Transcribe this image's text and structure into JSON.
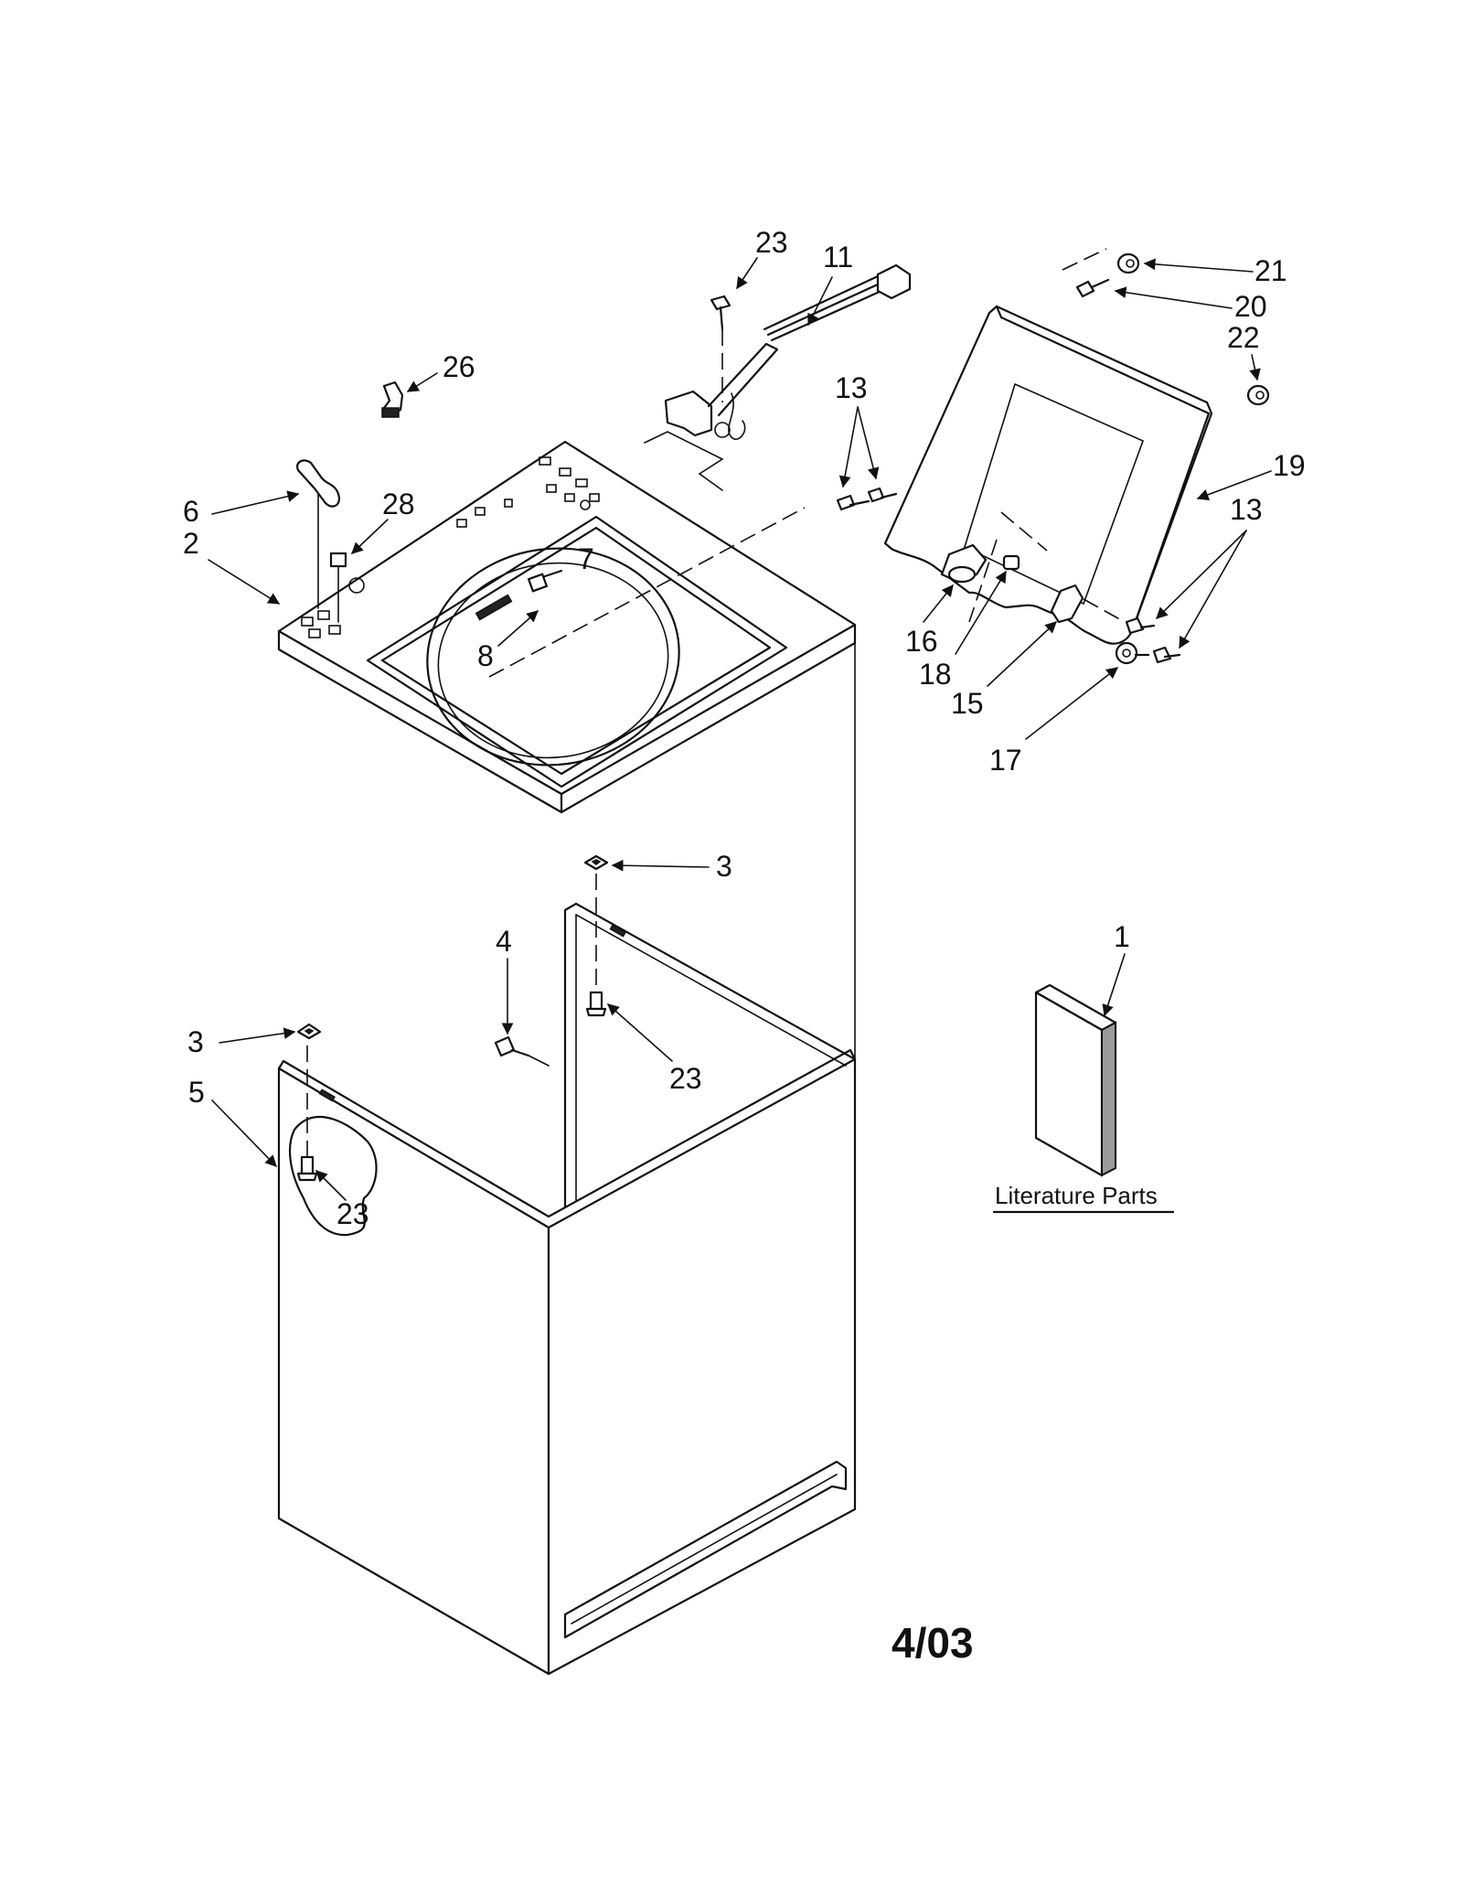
{
  "callouts": [
    {
      "id": "c21",
      "text": "21"
    },
    {
      "id": "c20",
      "text": "20"
    },
    {
      "id": "c22",
      "text": "22"
    },
    {
      "id": "c23a",
      "text": "23"
    },
    {
      "id": "c11",
      "text": "11"
    },
    {
      "id": "c26",
      "text": "26"
    },
    {
      "id": "c13a",
      "text": "13"
    },
    {
      "id": "c19",
      "text": "19"
    },
    {
      "id": "c13b",
      "text": "13"
    },
    {
      "id": "c6",
      "text": "6"
    },
    {
      "id": "c28",
      "text": "28"
    },
    {
      "id": "c2",
      "text": "2"
    },
    {
      "id": "c7",
      "text": "7"
    },
    {
      "id": "c8",
      "text": "8"
    },
    {
      "id": "c16",
      "text": "16"
    },
    {
      "id": "c18",
      "text": "18"
    },
    {
      "id": "c15",
      "text": "15"
    },
    {
      "id": "c17",
      "text": "17"
    },
    {
      "id": "c3a",
      "text": "3"
    },
    {
      "id": "c4",
      "text": "4"
    },
    {
      "id": "c1",
      "text": "1"
    },
    {
      "id": "c3b",
      "text": "3"
    },
    {
      "id": "c23b",
      "text": "23"
    },
    {
      "id": "c5",
      "text": "5"
    },
    {
      "id": "c23c",
      "text": "23"
    }
  ],
  "literature_label": "Literature Parts",
  "revision_date": "4/03"
}
